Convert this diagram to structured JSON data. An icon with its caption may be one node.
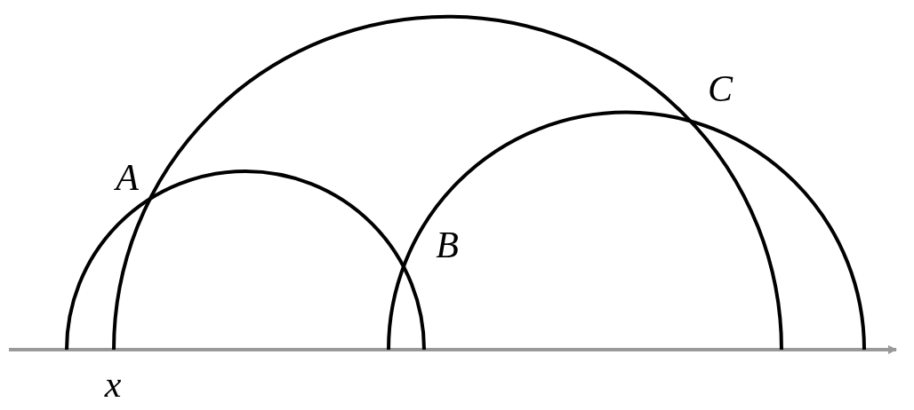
{
  "diagram": {
    "labels": [
      "A",
      "B",
      "C",
      "x"
    ]
  }
}
